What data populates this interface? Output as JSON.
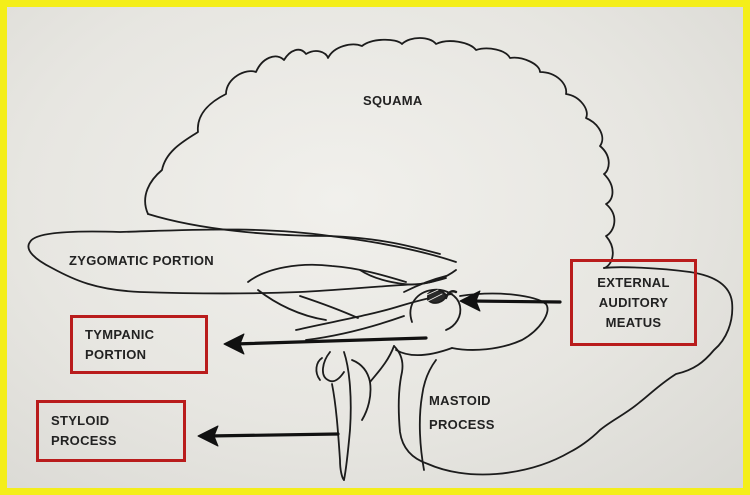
{
  "diagram": {
    "labels": {
      "squama": "SQUAMA",
      "zygomatic": "ZYGOMATIC PORTION",
      "mastoid_line1": "MASTOID",
      "mastoid_line2": "PROCESS",
      "external_line1": "EXTERNAL",
      "external_line2": "AUDITORY",
      "external_line3": "MEATUS",
      "tympanic_line1": "TYMPANIC",
      "tympanic_line2": "PORTION",
      "styloid_line1": "STYLOID",
      "styloid_line2": "PROCESS"
    },
    "colors": {
      "frame": "#f4ee1a",
      "box_border": "#b91c1c",
      "ink": "#1a1a1a"
    }
  }
}
